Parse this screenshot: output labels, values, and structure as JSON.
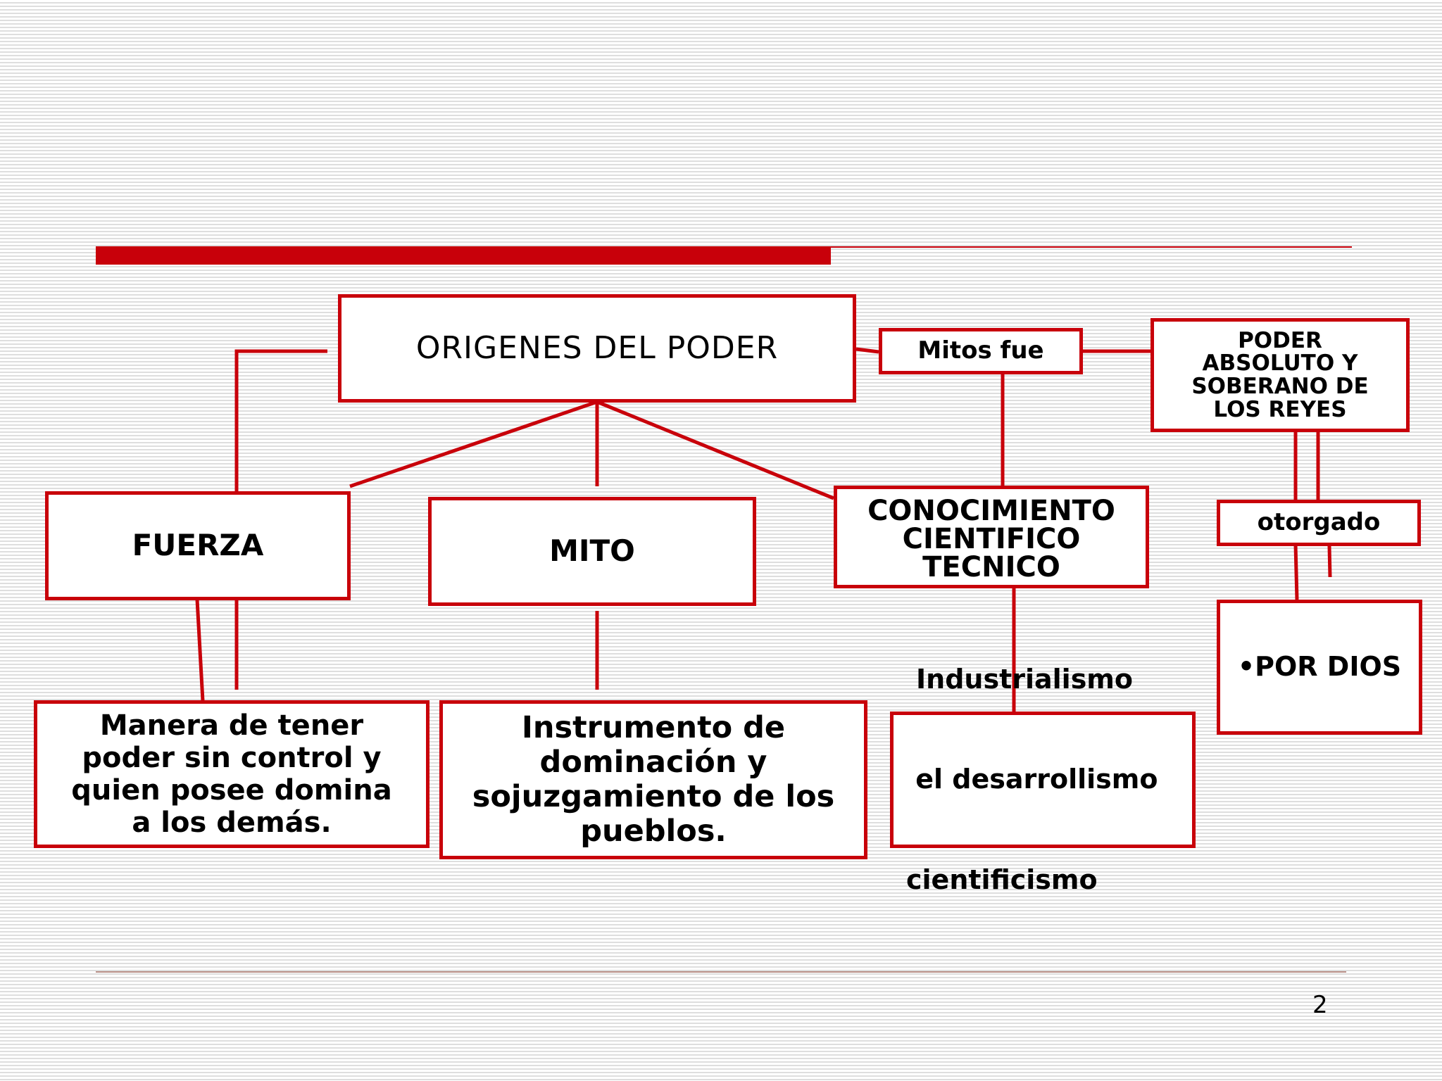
{
  "slide": {
    "page_number": "2"
  },
  "diagram": {
    "root": "ORIGENES DEL PODER",
    "fuerza": "FUERZA",
    "mito": "MITO",
    "conocimiento": [
      "CONOCIMIENTO",
      "CIENTIFICO",
      "TECNICO"
    ],
    "fuerza_desc": [
      "Manera de tener",
      "poder sin control y",
      "quien posee domina",
      "a los demás."
    ],
    "mito_desc": [
      "Instrumento de",
      "dominación y",
      "sojuzgamiento de los",
      "pueblos."
    ],
    "conocimiento_desc": [
      "Industrialismo",
      " el desarrollismo",
      "cientificismo"
    ],
    "mitos_fue": "Mitos fue",
    "poder_absoluto": [
      "PODER",
      "ABSOLUTO Y",
      "SOBERANO DE",
      "LOS REYES"
    ],
    "otorgado": "otorgado",
    "por_dios": "•POR DIOS"
  },
  "colors": {
    "accent": "#c8000a",
    "text": "#000000",
    "stripe": "#dedede"
  }
}
